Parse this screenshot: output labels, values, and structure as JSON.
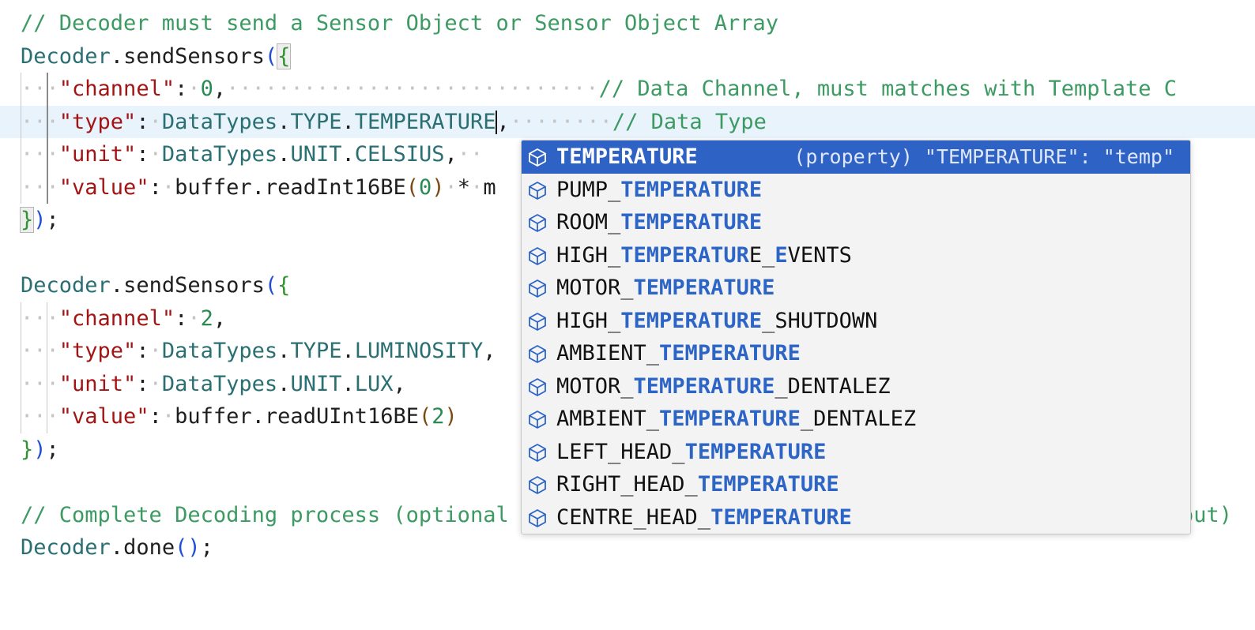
{
  "code": {
    "comment1": "// Decoder must send a Sensor Object or Sensor Object Array",
    "decoder_obj": "Decoder",
    "send_method": "sendSensors",
    "done_method": "done",
    "comment_data_channel": "// Data Channel, must matches with Template C",
    "comment_data_type": "// Data Type",
    "comment_complete_start": "// Complete Decoding process (optional",
    "comment_complete_end": "out)",
    "block1": {
      "channel_key": "\"channel\"",
      "channel_value": "0",
      "type_key": "\"type\"",
      "type_obj": "DataTypes",
      "type_group": "TYPE",
      "type_member": "TEMPERATURE",
      "unit_key": "\"unit\"",
      "unit_obj": "DataTypes",
      "unit_group": "UNIT",
      "unit_member": "CELSIUS",
      "value_key": "\"value\"",
      "value_obj": "buffer",
      "value_method": "readInt16BE",
      "value_arg": "0",
      "value_op": "*",
      "value_trunc": "m"
    },
    "block2": {
      "channel_key": "\"channel\"",
      "channel_value": "2",
      "type_key": "\"type\"",
      "type_obj": "DataTypes",
      "type_group": "TYPE",
      "type_member": "LUMINOSITY",
      "unit_key": "\"unit\"",
      "unit_obj": "DataTypes",
      "unit_group": "UNIT",
      "unit_member": "LUX",
      "value_key": "\"value\"",
      "value_obj": "buffer",
      "value_method": "readUInt16BE",
      "value_arg": "2"
    }
  },
  "suggest": {
    "icon": "property-cube-icon",
    "selected_detail": "(property) \"TEMPERATURE\": \"temp\"",
    "items": [
      {
        "pre": "",
        "hl": "TEMPERATURE",
        "post": "",
        "hl2": "",
        "post2": ""
      },
      {
        "pre": "PUMP_",
        "hl": "TEMPERATURE",
        "post": "",
        "hl2": "",
        "post2": ""
      },
      {
        "pre": "ROOM_",
        "hl": "TEMPERATURE",
        "post": "",
        "hl2": "",
        "post2": ""
      },
      {
        "pre": "HIGH_",
        "hl": "TEMPERATUR",
        "post": "E_",
        "hl2": "E",
        "post2": "VENTS"
      },
      {
        "pre": "MOTOR_",
        "hl": "TEMPERATURE",
        "post": "",
        "hl2": "",
        "post2": ""
      },
      {
        "pre": "HIGH_",
        "hl": "TEMPERATURE",
        "post": "_SHUTDOWN",
        "hl2": "",
        "post2": ""
      },
      {
        "pre": "AMBIENT_",
        "hl": "TEMPERATURE",
        "post": "",
        "hl2": "",
        "post2": ""
      },
      {
        "pre": "MOTOR_",
        "hl": "TEMPERATURE",
        "post": "_DENTALEZ",
        "hl2": "",
        "post2": ""
      },
      {
        "pre": "AMBIENT_",
        "hl": "TEMPERATURE",
        "post": "_DENTALEZ",
        "hl2": "",
        "post2": ""
      },
      {
        "pre": "LEFT_HEAD_",
        "hl": "TEMPERATURE",
        "post": "",
        "hl2": "",
        "post2": ""
      },
      {
        "pre": "RIGHT_HEAD_",
        "hl": "TEMPERATURE",
        "post": "",
        "hl2": "",
        "post2": ""
      },
      {
        "pre": "CENTRE_HEAD_",
        "hl": "TEMPERATURE",
        "post": "",
        "hl2": "",
        "post2": ""
      }
    ]
  },
  "colors": {
    "selection": "#2f62c5",
    "match_highlight": "#2d65c7",
    "comment": "#3c9a62",
    "string": "#a31515",
    "current_line": "#e8f3fc"
  }
}
